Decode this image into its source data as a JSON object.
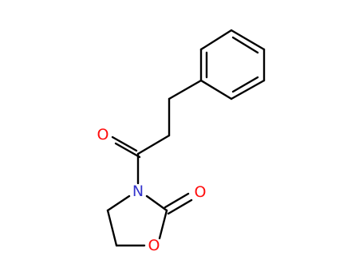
{
  "molecule": {
    "atoms": [
      {
        "id": "n",
        "label": "N",
        "color": "#3333cc"
      },
      {
        "id": "o_ring",
        "label": "O",
        "color": "#ff0d0d"
      },
      {
        "id": "o_carbamate",
        "label": "O",
        "color": "#ff0d0d"
      },
      {
        "id": "o_ketone",
        "label": "O",
        "color": "#ff0d0d"
      }
    ],
    "bond_color": "#000000"
  }
}
